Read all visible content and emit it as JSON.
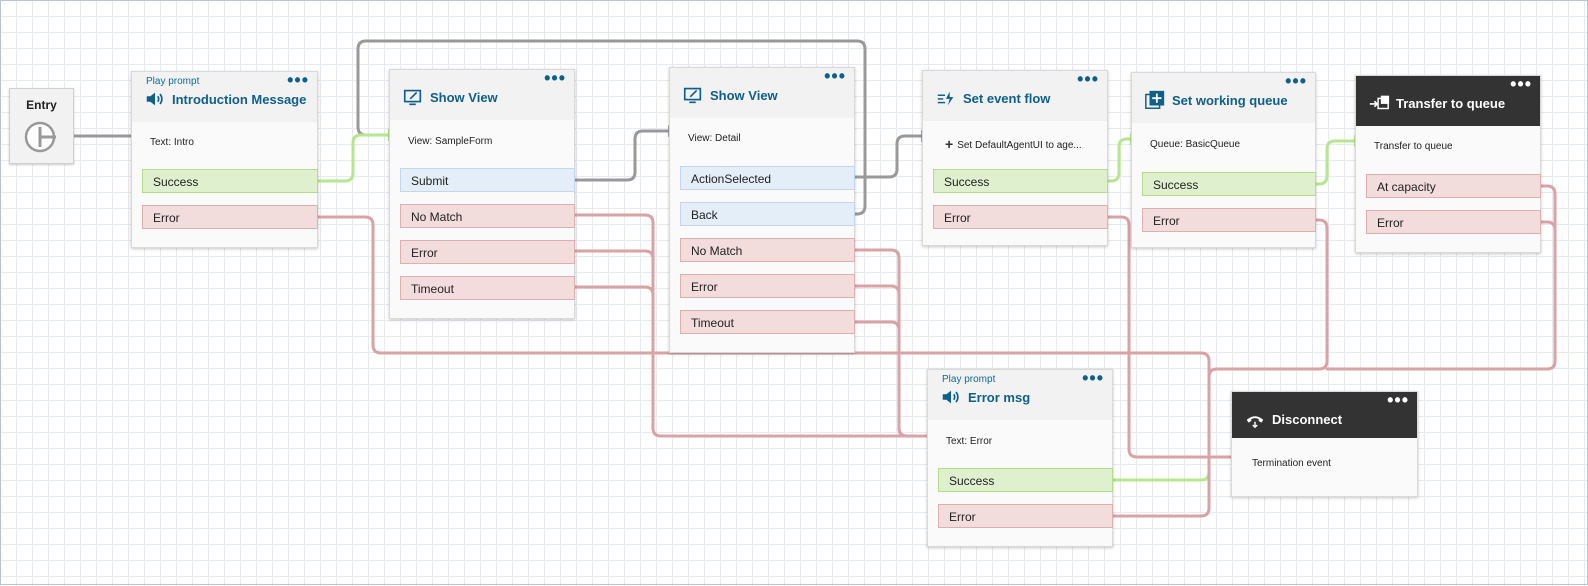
{
  "entry": {
    "label": "Entry"
  },
  "blocks": {
    "intro": {
      "type": "Play prompt",
      "title": "Introduction Message",
      "param": "Text: Intro",
      "branches": [
        "Success",
        "Error"
      ],
      "menu": "•••"
    },
    "showview1": {
      "title": "Show View",
      "param": "View: SampleForm",
      "branches": [
        "Submit",
        "No Match",
        "Error",
        "Timeout"
      ],
      "menu": "•••"
    },
    "showview2": {
      "title": "Show View",
      "param": "View: Detail",
      "branches": [
        "ActionSelected",
        "Back",
        "No Match",
        "Error",
        "Timeout"
      ],
      "menu": "•••"
    },
    "eventflow": {
      "title": "Set event flow",
      "param": "Set DefaultAgentUI to age...",
      "branches": [
        "Success",
        "Error"
      ],
      "menu": "•••"
    },
    "workqueue": {
      "title": "Set working queue",
      "param": "Queue: BasicQueue",
      "branches": [
        "Success",
        "Error"
      ],
      "menu": "•••"
    },
    "transfer": {
      "title": "Transfer to queue",
      "param": "Transfer to queue",
      "branches": [
        "At capacity",
        "Error"
      ],
      "menu": "•••"
    },
    "errormsg": {
      "type": "Play prompt",
      "title": "Error msg",
      "param": "Text: Error",
      "branches": [
        "Success",
        "Error"
      ],
      "menu": "•••"
    },
    "disconnect": {
      "title": "Disconnect",
      "param": "Termination event",
      "menu": "•••"
    }
  },
  "icons": {
    "intro": "speaker-icon",
    "showview": "monitor-edit-icon",
    "eventflow": "event-flow-icon",
    "workqueue": "queue-plus-icon",
    "transfer": "transfer-icon",
    "disconnect": "phone-hangup-icon",
    "entry": "entry-start-icon",
    "menu": "more-options-icon"
  },
  "colors": {
    "success": "#b6e68f",
    "error": "#d8a2a6",
    "neutral": "#999999",
    "title": "#0f5f88",
    "dark_header": "#333333"
  }
}
